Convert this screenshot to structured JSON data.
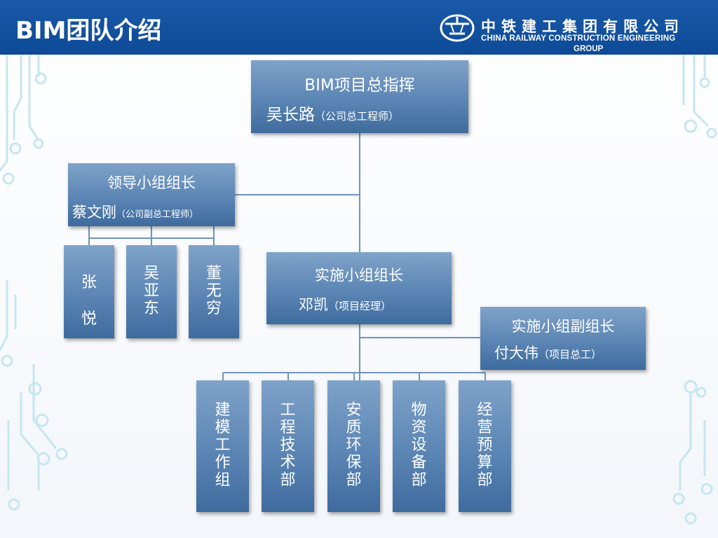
{
  "slide": {
    "title": "BIM团队介绍",
    "company_cn": "中铁建工集团有限公司",
    "company_en_line1": "CHINA RAILWAY CONSTRUCTION ENGINEERING",
    "company_en_line2": "GROUP"
  },
  "org": {
    "director": {
      "role": "BIM项目总指挥",
      "name": "吴长路",
      "title": "（公司总工程师）"
    },
    "leader_group": {
      "role": "领导小组组长",
      "name": "蔡文刚",
      "title": "（公司副总工程师）"
    },
    "leader_members": [
      {
        "name": "张悦",
        "chars": [
          "张",
          "悦"
        ]
      },
      {
        "name": "吴亚东",
        "chars": [
          "吴",
          "亚",
          "东"
        ]
      },
      {
        "name": "董无穷",
        "chars": [
          "董",
          "无",
          "穷"
        ]
      }
    ],
    "impl_group": {
      "role": "实施小组组长",
      "name": "邓凯",
      "title": "（项目经理）"
    },
    "impl_deputy": {
      "role": "实施小组副组长",
      "name": "付大伟",
      "title": "（项目总工）"
    },
    "departments": [
      {
        "name": "建模工作组",
        "chars": [
          "建",
          "模",
          "工",
          "作",
          "组"
        ]
      },
      {
        "name": "工程技术部",
        "chars": [
          "工",
          "程",
          "技",
          "术",
          "部"
        ]
      },
      {
        "name": "安质环保部",
        "chars": [
          "安",
          "质",
          "环",
          "保",
          "部"
        ]
      },
      {
        "name": "物资设备部",
        "chars": [
          "物",
          "资",
          "设",
          "备",
          "部"
        ]
      },
      {
        "name": "经营预算部",
        "chars": [
          "经",
          "营",
          "预",
          "算",
          "部"
        ]
      }
    ]
  },
  "colors": {
    "header": "#0d4a97",
    "box": "#5b85b4",
    "line": "#6e93bd",
    "decor": "#bfe3ee"
  }
}
